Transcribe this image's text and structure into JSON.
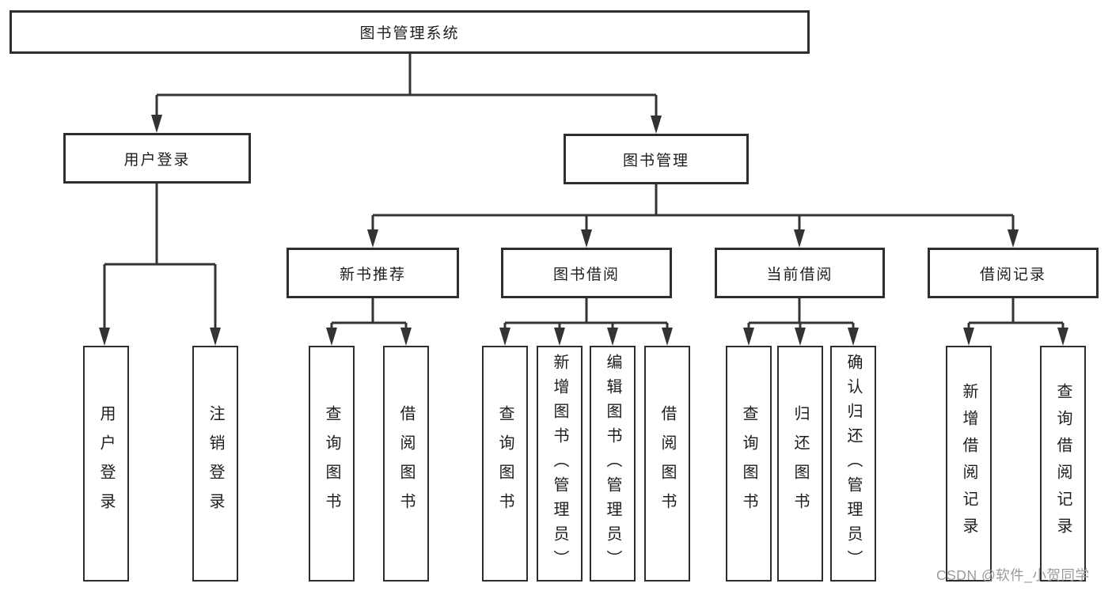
{
  "watermark": "CSDN @软件_小贺同学",
  "colors": {
    "line": "#333333",
    "box_border": "#2e2e2e",
    "text": "#1d1d1d",
    "watermark": "#9b9b9b",
    "background": "#ffffff"
  },
  "tree": {
    "label": "图书管理系统",
    "children": [
      {
        "label": "用户登录",
        "children": [
          {
            "label": "用户登录"
          },
          {
            "label": "注销登录"
          }
        ]
      },
      {
        "label": "图书管理",
        "children": [
          {
            "label": "新书推荐",
            "children": [
              {
                "label": "查询图书"
              },
              {
                "label": "借阅图书"
              }
            ]
          },
          {
            "label": "图书借阅",
            "children": [
              {
                "label": "查询图书"
              },
              {
                "label": "新增图书（管理员）"
              },
              {
                "label": "编辑图书（管理员）"
              },
              {
                "label": "借阅图书"
              }
            ]
          },
          {
            "label": "当前借阅",
            "children": [
              {
                "label": "查询图书"
              },
              {
                "label": "归还图书"
              },
              {
                "label": "确认归还（管理员）"
              }
            ]
          },
          {
            "label": "借阅记录",
            "children": [
              {
                "label": "新增借阅记录"
              },
              {
                "label": "查询借阅记录"
              }
            ]
          }
        ]
      }
    ]
  }
}
